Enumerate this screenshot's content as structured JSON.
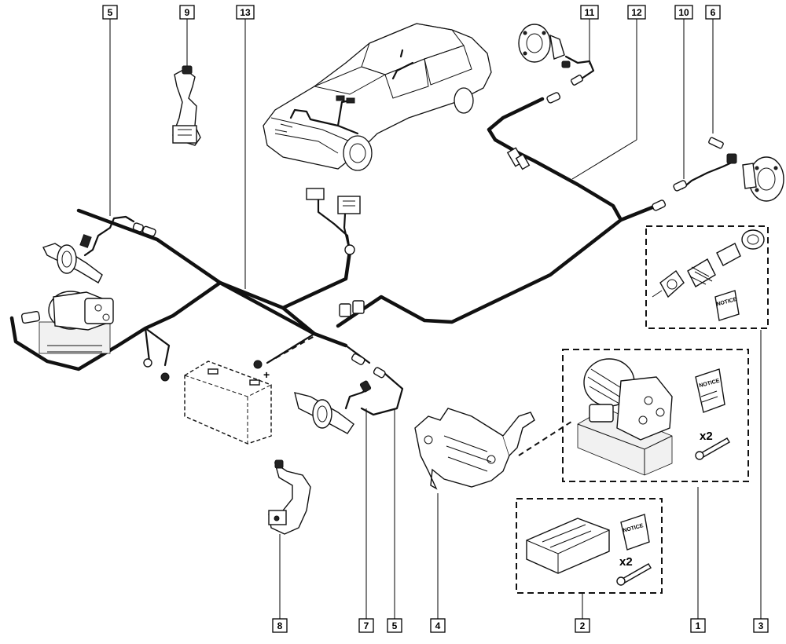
{
  "callouts": [
    {
      "id": "c5_top",
      "label": "5"
    },
    {
      "id": "c9",
      "label": "9"
    },
    {
      "id": "c13",
      "label": "13"
    },
    {
      "id": "c11",
      "label": "11"
    },
    {
      "id": "c12",
      "label": "12"
    },
    {
      "id": "c10",
      "label": "10"
    },
    {
      "id": "c6",
      "label": "6"
    },
    {
      "id": "c8",
      "label": "8"
    },
    {
      "id": "c7",
      "label": "7"
    },
    {
      "id": "c5_bottom",
      "label": "5"
    },
    {
      "id": "c4",
      "label": "4"
    },
    {
      "id": "c2",
      "label": "2"
    },
    {
      "id": "c1",
      "label": "1"
    },
    {
      "id": "c3",
      "label": "3"
    }
  ],
  "quantities": {
    "kit_1_screws": "x2",
    "kit_2_screws": "x2"
  },
  "manual_label": "NOTICE",
  "battery_polarity": "+",
  "colors": {
    "line": "#111111",
    "background": "#ffffff"
  }
}
